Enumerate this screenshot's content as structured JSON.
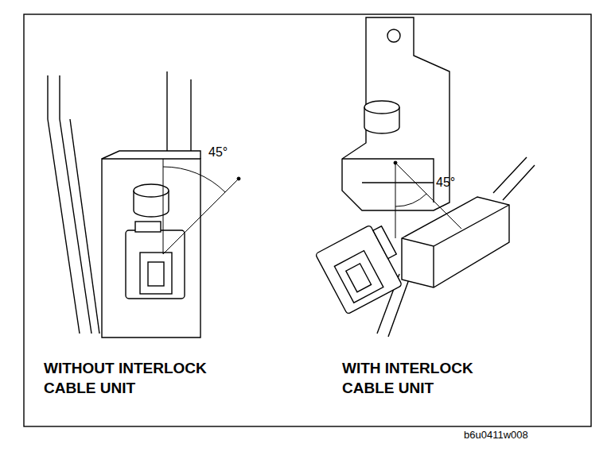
{
  "diagram": {
    "labels": [
      "45°",
      "45°",
      "WITHOUT INTERLOCK CABLE UNIT",
      "WITH INTERLOCK CABLE UNIT",
      "b6u0411w008"
    ]
  }
}
